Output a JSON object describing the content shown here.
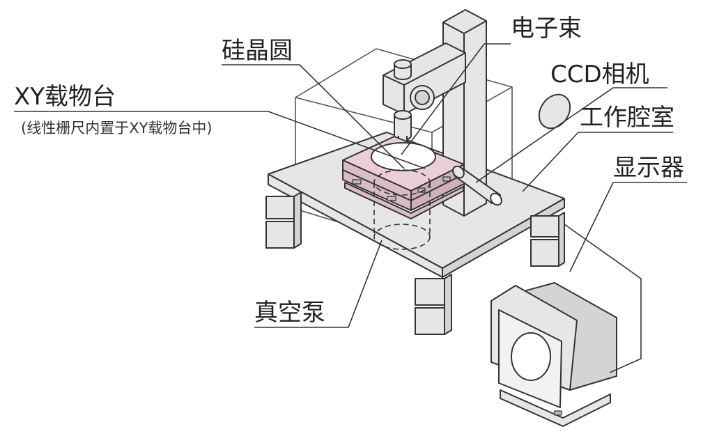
{
  "labels": {
    "wafer": "硅晶圆",
    "electron_beam": "电子束",
    "xy_stage": "XY载物台",
    "xy_stage_note": "(线性栅尺内置于XY载物台中)",
    "ccd_camera": "CCD相机",
    "work_chamber": "工作腔室",
    "display": "显示器",
    "vacuum_pump": "真空泵"
  },
  "colors": {
    "outline": "#333333",
    "metal_fill": "#e6e6e6",
    "stage_fill": "#eacfd9",
    "screen_fill": "#f2f2f2"
  }
}
